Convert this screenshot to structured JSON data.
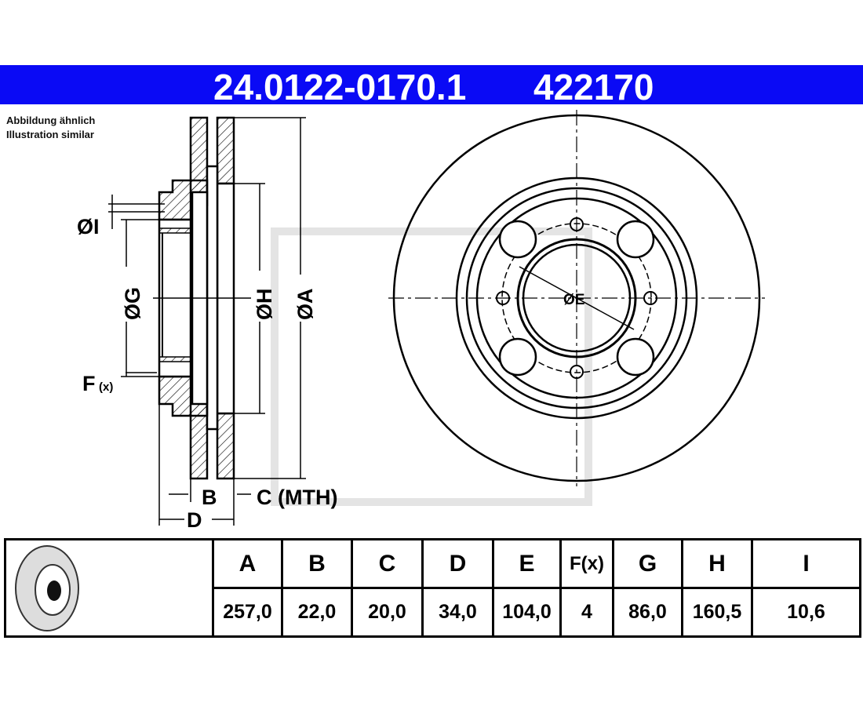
{
  "header": {
    "article_number": "24.0122-0170.1",
    "ref_number": "422170",
    "band_color": "#0a0af5"
  },
  "note": {
    "line1": "Abbildung ähnlich",
    "line2": "Illustration similar"
  },
  "drawing_labels": {
    "I": "ØI",
    "G": "ØG",
    "H": "ØH",
    "A": "ØA",
    "F": "F",
    "F_sub": "(x)",
    "B": "B",
    "C": "C (MTH)",
    "D": "D",
    "E": "ØE"
  },
  "table": {
    "headers": [
      "A",
      "B",
      "C",
      "D",
      "E",
      "F(x)",
      "G",
      "H",
      "I"
    ],
    "values": [
      "257,0",
      "22,0",
      "20,0",
      "34,0",
      "104,0",
      "4",
      "86,0",
      "160,5",
      "10,6"
    ]
  }
}
